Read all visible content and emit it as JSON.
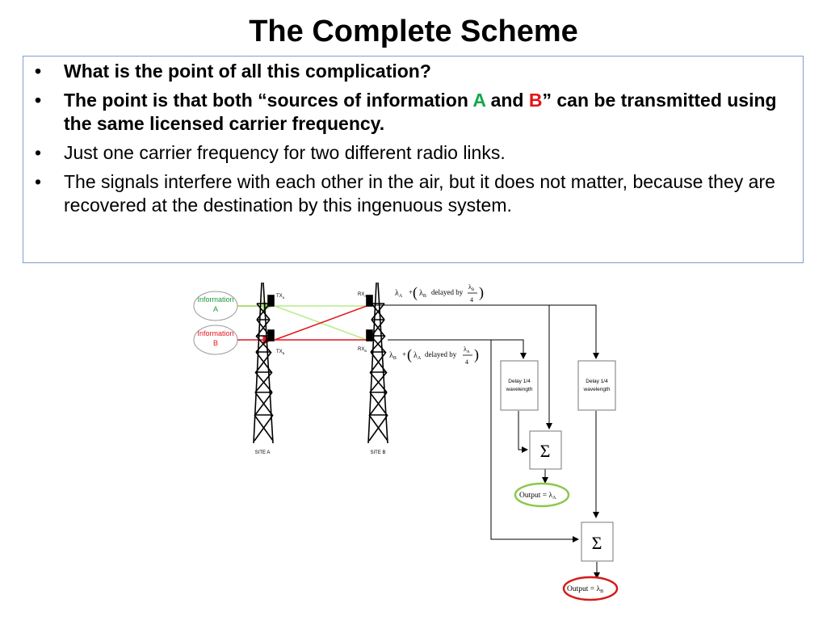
{
  "title": "The Complete Scheme",
  "bullets": [
    {
      "text": "What is the point of all this complication?"
    },
    {
      "pre": "The point is that both “sources of information ",
      "a": "A",
      "mid": " and ",
      "b": "B",
      "post": "” can be transmitted using the same licensed carrier frequency."
    },
    {
      "text": "Just one carrier frequency for two different radio links."
    },
    {
      "text": "The signals interfere with each other in the air, but it does not matter, because they are recovered at the destination by this ingenuous system."
    }
  ],
  "bullet_symbol": "•",
  "diagram": {
    "info_a": {
      "line1": "Information",
      "line2": "A"
    },
    "info_b": {
      "line1": "Information",
      "line2": "B"
    },
    "tx": "TX",
    "rx": "RX",
    "sub_a": "A",
    "sub_b": "B",
    "site_a": "SITE A",
    "site_b": "SITE B",
    "lambda": "λ",
    "plus": "+",
    "delayed_by": "delayed by",
    "denominator": "4",
    "delay_box": {
      "line1": "Delay 1/4",
      "line2": "wavelength"
    },
    "sigma": "Σ",
    "output_label": "Output = λ",
    "colors": {
      "green": "#a6e36a",
      "red": "#e5141b",
      "info_a_text": "#1a9a3a",
      "info_b_text": "#e5141b",
      "output_a_ring": "#8cc84b",
      "output_b_ring": "#d41a1a"
    }
  }
}
